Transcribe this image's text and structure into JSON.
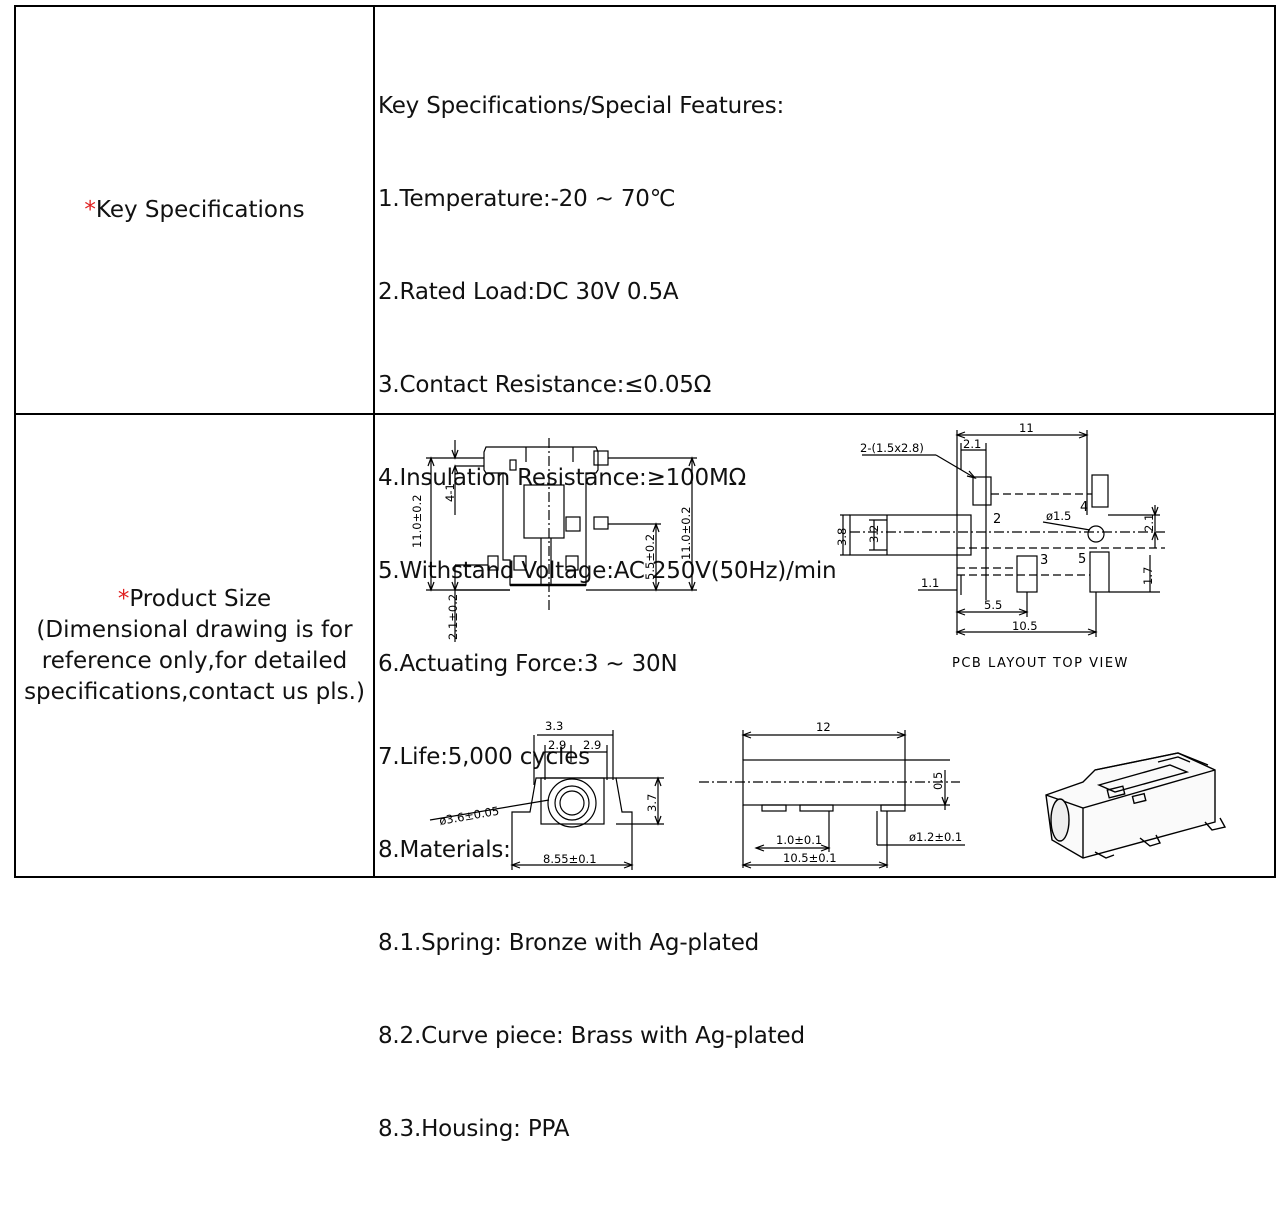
{
  "key_specifications": {
    "star": "*",
    "label": "Key Specifications",
    "lines": [
      "Key Specifications/Special Features:",
      "1.Temperature:-20 ~ 70℃",
      "2.Rated Load:DC 30V 0.5A",
      "3.Contact Resistance:≤0.05Ω",
      "4.Insulation Resistance:≥100MΩ",
      "5.Withstand Voltage:AC 250V(50Hz)/min",
      "6.Actuating Force:3 ~ 30N",
      "7.Life:5,000 cycles",
      "8.Materials:",
      "8.1.Spring: Bronze with Ag-plated",
      "8.2.Curve piece: Brass with Ag-plated",
      "8.3.Housing: PPA"
    ]
  },
  "product_size": {
    "star": "*",
    "label": "Product Size",
    "note_lines": [
      "(Dimensional drawing is for",
      "reference only,for detailed",
      "specifications,contact us pls.)"
    ]
  },
  "drawings": {
    "front_view": {
      "dim_4_1": "4-1",
      "dim_height_left": "11.0±0.2",
      "dim_height_right": "11.0±0.2",
      "dim_5_5": "5.5±0.2",
      "dim_2_1": "2.1±0.2"
    },
    "pcb_layout": {
      "dim_11": "11",
      "dim_2_1_top": "2.1",
      "slot_label": "2-(1.5x2.8)",
      "pad_2": "2",
      "pad_3": "3",
      "pad_4": "4",
      "pad_5": "5",
      "hole_label": "ø1.5",
      "dim_3_8": "3.8",
      "dim_3_2": "3.2",
      "dim_2_1_right": "2.1",
      "dim_1_7": "1.7",
      "dim_1_1": "1.1",
      "dim_5_5": "5.5",
      "dim_10_5": "10.5",
      "caption": "PCB LAYOUT TOP VIEW"
    },
    "side_view": {
      "dim_3_3": "3.3",
      "dim_2_9_left": "2.9",
      "dim_2_9_right": "2.9",
      "dim_3_7": "3.7",
      "dim_diameter": "ø3.6±0.05",
      "dim_8_55": "8.55±0.1"
    },
    "bottom_view": {
      "dim_12": "12",
      "dim_0_5": "0.5",
      "dim_1_0": "1.0±0.1",
      "dim_1_2": "ø1.2±0.1",
      "dim_10_5": "10.5±0.1"
    }
  }
}
